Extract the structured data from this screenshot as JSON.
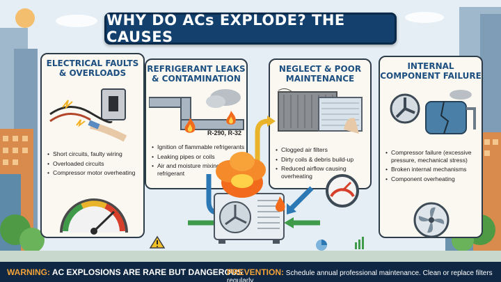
{
  "title": "WHY DO ACs EXPLODE? THE CAUSES",
  "panels": [
    {
      "heading_line1": "ELECTRICAL FAULTS",
      "heading_line2": "& OVERLOADS",
      "bullets": [
        "Short circuits, faulty wiring",
        "Overloaded circuits",
        "Compressor motor overheating"
      ]
    },
    {
      "heading_line1": "REFRIGERANT LEAKS",
      "heading_line2": "& CONTAMINATION",
      "bullets": [
        "Ignition of flammable refrigerants",
        "Leaking pipes or coils",
        "Air and moisture mixing with refrigerant"
      ],
      "refrigerant_label": "R-290, R-32"
    },
    {
      "heading_line1": "NEGLECT & POOR",
      "heading_line2": "MAINTENANCE",
      "bullets": [
        "Clogged air filters",
        "Dirty coils & debris build-up",
        "Reduced airflow causing overheating"
      ]
    },
    {
      "heading_line1": "INTERNAL",
      "heading_line2": "COMPONENT FAILURE",
      "bullets": [
        "Compressor failure (excessive pressure, mechanical stress)",
        "Broken internal mechanisms",
        "Component overheating"
      ]
    }
  ],
  "bottom": {
    "warning_label": "WARNING:",
    "warning_text": "AC EXPLOSIONS ARE RARE BUT DANGEROUS",
    "prevention_label": "PREVENTION:",
    "prevention_text": "Schedule annual professional maintenance. Clean or replace filters regularly."
  },
  "colors": {
    "navy": "#14406e",
    "panel_bg": "#fbf8f1",
    "accent_orange": "#f2a23a",
    "flame": "#f26b1d",
    "arrow_blue": "#2b78b5",
    "arrow_green": "#3f9b4a",
    "arrow_yellow": "#e9b32a"
  },
  "icons": [
    "warning-icon",
    "fire-icon",
    "gauge-icon",
    "fan-icon",
    "switch-icon",
    "pipe-icon",
    "filter-icon",
    "compressor-icon",
    "ac-unit-icon",
    "chart-icon"
  ]
}
